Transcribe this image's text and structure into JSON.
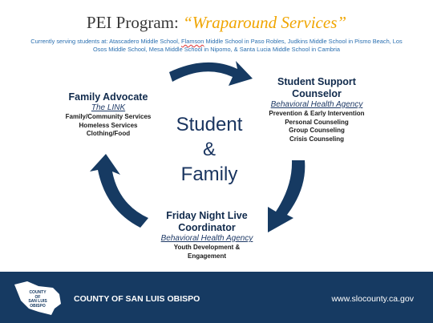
{
  "title": {
    "main": "PEI Program: ",
    "accent": "“Wraparound Services”"
  },
  "serving": {
    "part1": "Currently serving students at:  Atascadero Middle School, ",
    "flamson": "Flamson",
    "part2": " Middle School in Paso Robles, Judkins Middle School in Pismo Beach, Los Osos Middle School, Mesa Middle School in Nipomo, & Santa Lucia Middle School in Cambria"
  },
  "center": {
    "line1": "Student",
    "line2": "&",
    "line3": "Family"
  },
  "family_advocate": {
    "title": "Family Advocate",
    "agency": "The LINK",
    "items": [
      "Family/Community Services",
      "Homeless Services",
      "Clothing/Food"
    ]
  },
  "student_support": {
    "title_line1": "Student Support",
    "title_line2": "Counselor",
    "agency": "Behavioral Health Agency",
    "items": [
      "Prevention & Early Intervention",
      "Personal Counseling",
      "Group Counseling",
      "Crisis Counseling"
    ]
  },
  "friday_night": {
    "title_line1": "Friday Night Live",
    "title_line2": "Coordinator",
    "agency": "Behavioral Health Agency",
    "items": [
      "Youth Development &",
      "Engagement"
    ]
  },
  "footer": {
    "county": "COUNTY OF SAN LUIS OBISPO",
    "website": "www.slocounty.ca.gov",
    "logo_lines": [
      "COUNTY",
      "OF",
      "SAN LUIS",
      "OBISPO"
    ]
  },
  "colors": {
    "navy": "#163a62",
    "accent_gold": "#f0a500",
    "link_blue": "#2a6fb0"
  }
}
